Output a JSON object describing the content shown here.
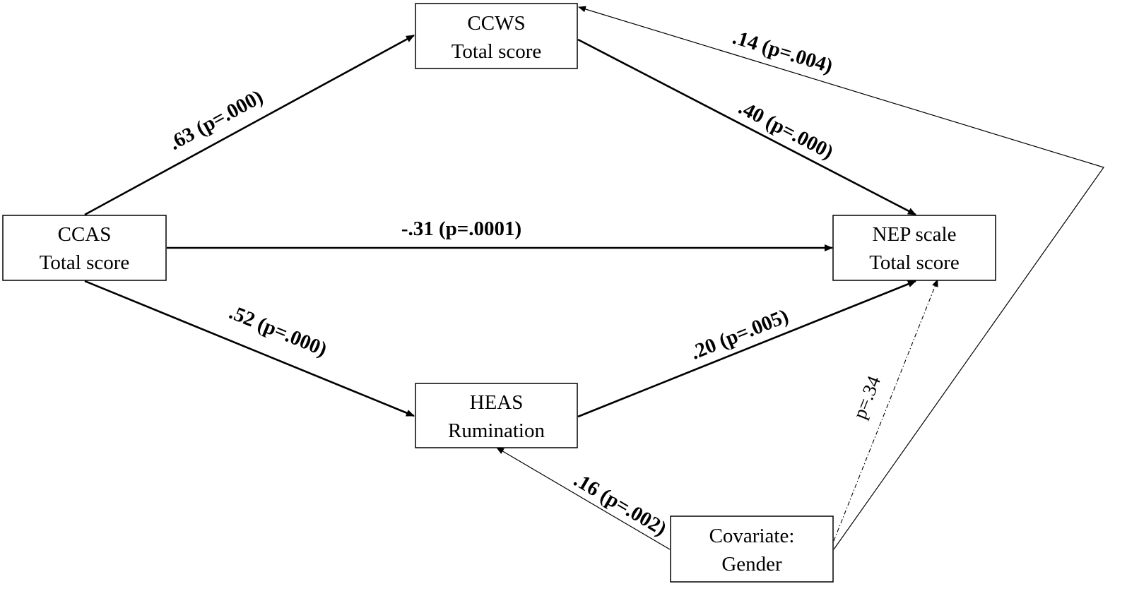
{
  "nodes": {
    "ccws": {
      "line1": "CCWS",
      "line2": "Total score"
    },
    "ccas": {
      "line1": "CCAS",
      "line2": "Total score"
    },
    "nep": {
      "line1": "NEP scale",
      "line2": "Total score"
    },
    "heas": {
      "line1": "HEAS",
      "line2": "Rumination"
    },
    "covariate": {
      "line1": "Covariate:",
      "line2": "Gender"
    }
  },
  "edges": {
    "ccas_ccws": ".63 (p=.000)",
    "ccws_nep": ".40 (p=.000)",
    "ccas_nep": "-.31 (p=.0001)",
    "ccas_heas": ".52 (p=.000)",
    "heas_nep": ".20 (p=.005)",
    "gender_heas": ".16 (p=.002)",
    "gender_ccws": ".14 (p=.004)",
    "gender_nep": "p=.34"
  }
}
